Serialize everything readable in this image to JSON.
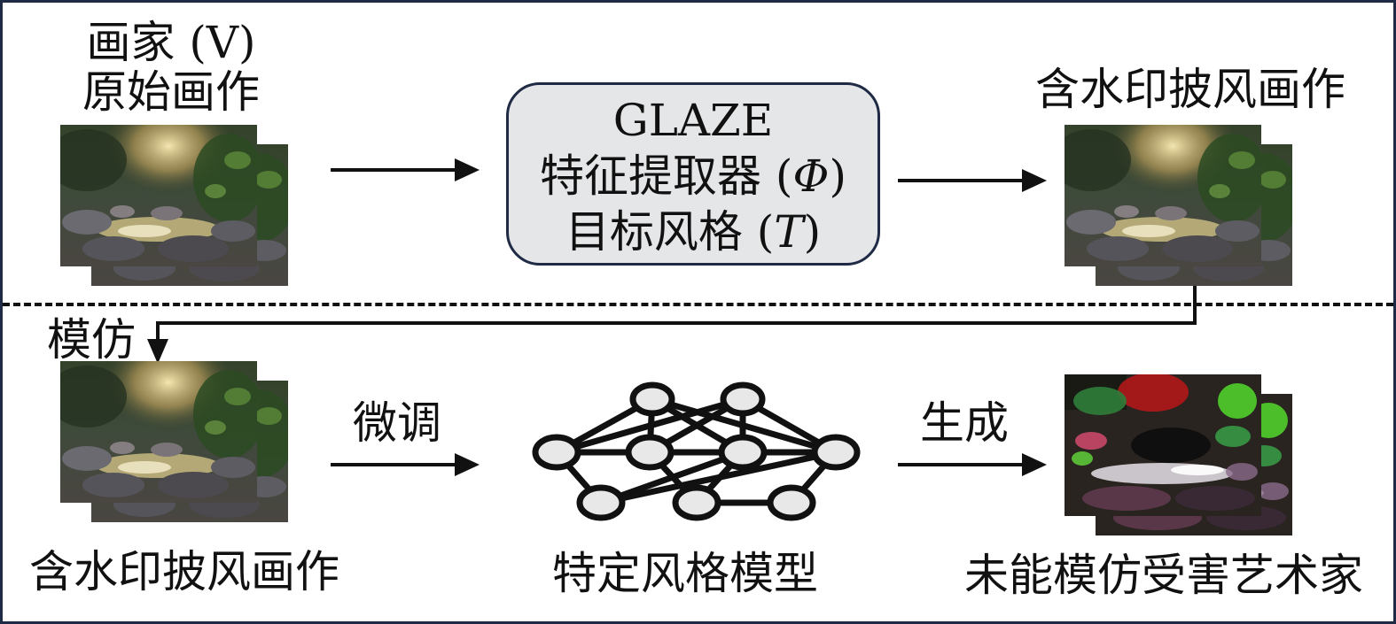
{
  "top": {
    "source_label_line1": "画家 (V)",
    "source_label_line2": "原始画作",
    "processor": {
      "line1": "GLAZE",
      "line2_text": "特征提取器 (",
      "line2_symbol": "Φ",
      "line2_close": ")",
      "line3_text": "目标风格 (",
      "line3_symbol": "T",
      "line3_close": ")"
    },
    "output_label": "含水印披风画作"
  },
  "bottom": {
    "mimic_label": "模仿",
    "input_label": "含水印披风画作",
    "finetune_label": "微调",
    "model_label": "特定风格模型",
    "generate_label": "生成",
    "result_label": "未能模仿受害艺术家"
  },
  "colors": {
    "border": "#1f2a44",
    "box_fill": "#e5e6e8",
    "node_fill": "#e8e8e8",
    "stroke": "#111111"
  }
}
